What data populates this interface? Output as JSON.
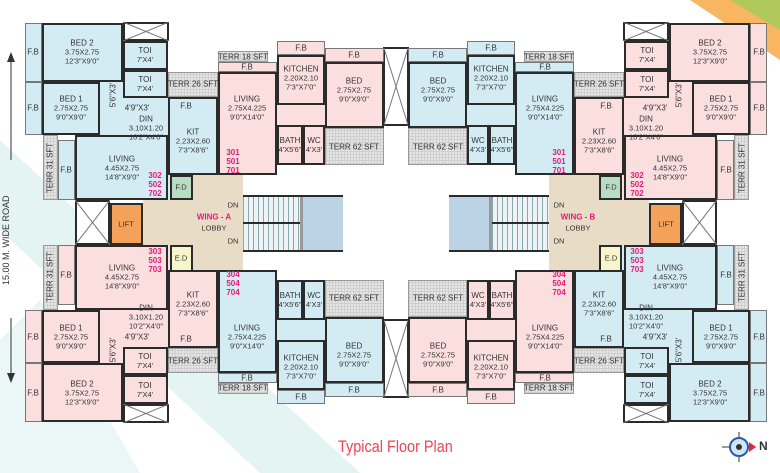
{
  "title": "Typical Floor Plan",
  "road": "15.00 M. WIDE ROAD",
  "compass": {
    "label": "N",
    "icon": "compass-rose-icon"
  },
  "colors": {
    "blue": "#d3ecf4",
    "pink": "#fbdede",
    "title": "#ee4455",
    "unit_number": "#e6197a"
  },
  "corner_rooms": {
    "fb": [
      "F.B"
    ],
    "bed2": [
      "BED 2",
      "3.75X2.75",
      "12'3\"X9'0\""
    ],
    "bed1": [
      "BED 1",
      "2.75X2.75",
      "9'0\"X9'0\""
    ],
    "toi": [
      "TOI",
      "7'X4'"
    ],
    "terr26": [
      "TERR 26 SFT"
    ],
    "passage": [
      "5'6\"X3'"
    ],
    "lobby_small": [
      "4'9\"X3'"
    ],
    "din": [
      "DIN",
      "3.10X1.20",
      "10'2\"X4'0\""
    ],
    "kit": [
      "KIT",
      "2.23X2.60",
      "7'3\"X8'6\""
    ],
    "living": [
      "LIVING",
      "4.45X2.75",
      "14'8\"X9'0\""
    ],
    "terr31": [
      "TERR 31 SFT"
    ]
  },
  "center_rooms": {
    "terr18": [
      "TERR 18 SFT"
    ],
    "fb": [
      "F.B"
    ],
    "living": [
      "LIVING",
      "2.75X4.225",
      "9'0\"X14'0\""
    ],
    "kitchen": [
      "KITCHEN",
      "2.20X2.10",
      "7'3\"X7'0\""
    ],
    "bed": [
      "BED",
      "2.75X2.75",
      "9'0\"X9'0\""
    ],
    "bath": [
      "BATH",
      "4'X5'6\""
    ],
    "wc": [
      "WC",
      "4'X3'"
    ],
    "terr62": [
      "TERR 62 SFT"
    ]
  },
  "wings": [
    {
      "name": "WING - A",
      "lobby": "LOBBY",
      "lift": "LIFT",
      "fd": "F.D",
      "ed": "E.D",
      "dn": "DN",
      "units": {
        "corner_top": {
          "numbers": [
            "302",
            "502",
            "702"
          ],
          "color": "blue"
        },
        "corner_bottom": {
          "numbers": [
            "303",
            "503",
            "703"
          ],
          "color": "pink"
        },
        "center_top": {
          "numbers": [
            "301",
            "501",
            "701"
          ],
          "color": "pink"
        },
        "center_bottom": {
          "numbers": [
            "304",
            "504",
            "704"
          ],
          "color": "blue"
        }
      }
    },
    {
      "name": "WING - B",
      "lobby": "LOBBY",
      "lift": "LIFT",
      "fd": "F.D",
      "ed": "E.D",
      "dn": "DN",
      "units": {
        "corner_top": {
          "numbers": [
            "302",
            "502",
            "702"
          ],
          "color": "pink"
        },
        "corner_bottom": {
          "numbers": [
            "303",
            "503",
            "703"
          ],
          "color": "blue"
        },
        "center_top": {
          "numbers": [
            "301",
            "501",
            "701"
          ],
          "color": "blue"
        },
        "center_bottom": {
          "numbers": [
            "304",
            "504",
            "704"
          ],
          "color": "pink"
        }
      }
    }
  ]
}
